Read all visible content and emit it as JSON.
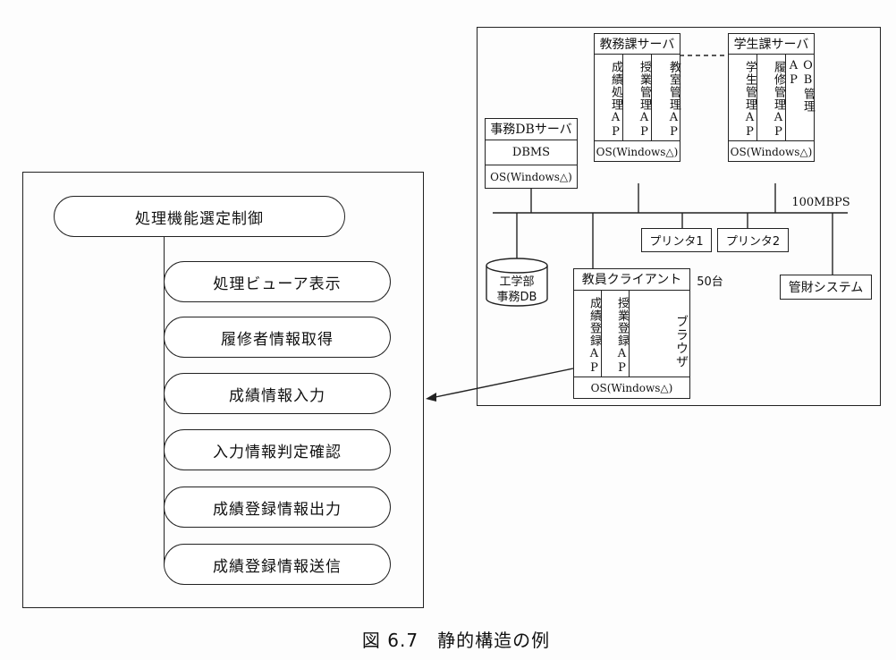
{
  "left_panel": {
    "header": "処理機能選定制御",
    "items": [
      "処理ビューア表示",
      "履修者情報取得",
      "成績情報入力",
      "入力情報判定確認",
      "成績登録情報出力",
      "成績登録情報送信"
    ]
  },
  "network": {
    "kyomu_server": {
      "title": "教務課サーバ",
      "apps": [
        "成績処理AP",
        "授業管理AP",
        "教室管理AP"
      ],
      "os": "OS(Windows△)"
    },
    "gakusei_server": {
      "title": "学生課サーバ",
      "apps": [
        "学生管理AP",
        "履修管理AP",
        "OB管理AP"
      ],
      "os": "OS(Windows△)"
    },
    "jimu_db_server": {
      "title": "事務DBサーバ",
      "dbms": "DBMS",
      "os": "OS(Windows△)"
    },
    "bandwidth": "100MBPS",
    "printers": [
      "プリンタ1",
      "プリンタ2"
    ],
    "database": {
      "line1": "工学部",
      "line2": "事務DB"
    },
    "client": {
      "title": "教員クライアント",
      "count": "50台",
      "apps": [
        "成績登録AP",
        "授業登録AP"
      ],
      "browser": "ブラウザ",
      "os": "OS(Windows△)"
    },
    "kanzai": "管財システム"
  },
  "caption": "図 6.7　静的構造の例"
}
